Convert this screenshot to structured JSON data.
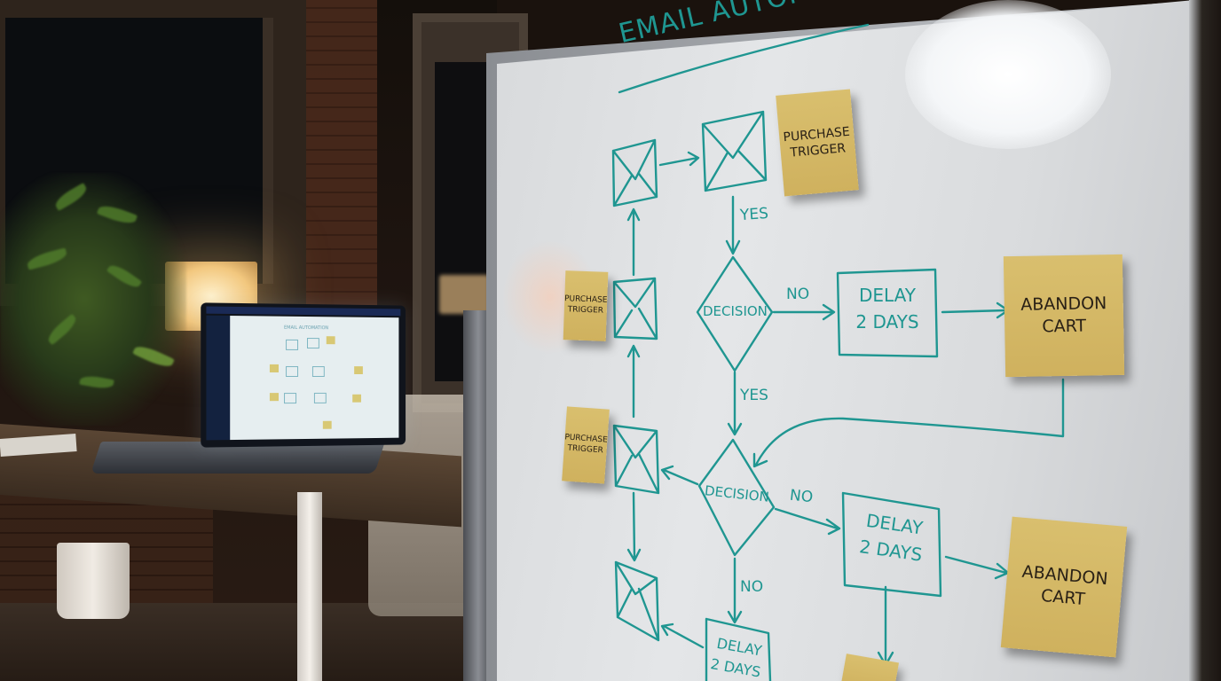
{
  "scene": {
    "description": "Dimly lit office with a whiteboard showing an email automation flowchart, laptop on desk, plant and lamp in background",
    "colors": {
      "marker": "#1f9691",
      "sticky_note": "#d4b865",
      "whiteboard": "#dfe1e3",
      "lamp_glow": "#f2c77e"
    }
  },
  "whiteboard": {
    "title": "EMAIL AUTOMATION",
    "sticky_notes": [
      {
        "text": "PURCHASE\nTRIGGER"
      },
      {
        "text": "PURCHASE\nTRIGGER"
      },
      {
        "text": "PURCHASE\nTRIGGER"
      },
      {
        "text": "ABANDON\nCART"
      },
      {
        "text": "ABANDON\nCART"
      }
    ],
    "decisions": [
      {
        "text": "DECISION"
      },
      {
        "text": "DECISION"
      }
    ],
    "delays": [
      {
        "text": "DELAY\n2 DAYS"
      },
      {
        "text": "DELAY\n2 DAYS"
      },
      {
        "text": "DELAY\n2 DAYS"
      }
    ],
    "edge_labels": {
      "yes_1": "YES",
      "no_1": "NO",
      "yes_2": "YES",
      "no_2": "NO",
      "no_3": "NO"
    },
    "icons": [
      "envelope-icon",
      "envelope-icon",
      "envelope-icon",
      "envelope-icon",
      "envelope-icon"
    ]
  },
  "laptop": {
    "screen_title": "EMAIL AUTOMATION"
  }
}
